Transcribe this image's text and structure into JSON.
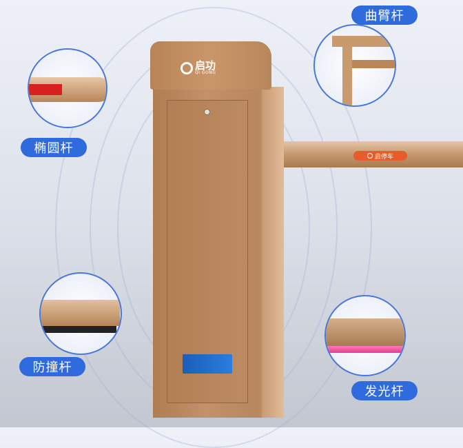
{
  "brand": {
    "name": "启功",
    "latin": "QI GONG"
  },
  "arm_badge": "启停车",
  "callouts": [
    {
      "label": "椭圆杆"
    },
    {
      "label": "曲臂杆"
    },
    {
      "label": "防撞杆"
    },
    {
      "label": "发光杆"
    }
  ],
  "colors": {
    "accent": "#2f6bdc",
    "cabinet": "#c08d62",
    "badge": "#e85b2a"
  }
}
